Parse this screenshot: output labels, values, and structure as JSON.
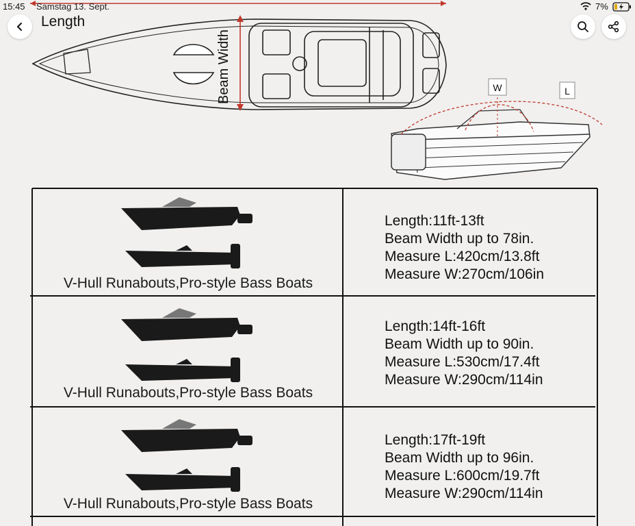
{
  "status_bar": {
    "time": "15:45",
    "date": "Samstag 13. Sept.",
    "battery": "7%"
  },
  "header": {
    "title": "Length"
  },
  "diagram": {
    "beam_label": "Beam Width",
    "w_label": "W",
    "l_label": "L",
    "accent_color": "#c0392b"
  },
  "table": {
    "rows": [
      {
        "label": "V-Hull Runabouts,Pro-style Bass Boats",
        "length": "Length:11ft-13ft",
        "beam": "Beam Width up to 78in.",
        "measure_l": "Measure L:420cm/13.8ft",
        "measure_w": "Measure W:270cm/106in"
      },
      {
        "label": "V-Hull Runabouts,Pro-style Bass Boats",
        "length": "Length:14ft-16ft",
        "beam": "Beam Width up to 90in.",
        "measure_l": "Measure L:530cm/17.4ft",
        "measure_w": "Measure W:290cm/114in"
      },
      {
        "label": "V-Hull Runabouts,Pro-style Bass Boats",
        "length": "Length:17ft-19ft",
        "beam": "Beam Width up to 96in.",
        "measure_l": "Measure L:600cm/19.7ft",
        "measure_w": "Measure W:290cm/114in"
      }
    ]
  }
}
